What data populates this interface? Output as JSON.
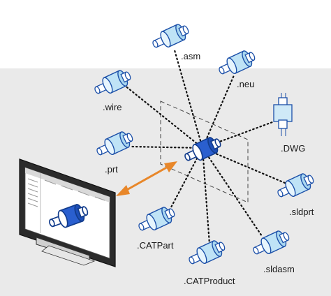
{
  "diagram": {
    "colors": {
      "panel": "#eaeaea",
      "accent_blue": "#1e5bc6",
      "light_blue": "#cfe9f7",
      "arrow_orange": "#e8872a",
      "dots": "#111111"
    },
    "hub": {
      "icon": "cad-part-icon"
    },
    "formats": [
      {
        "id": "asm",
        "label": ".asm",
        "icon": "cad-part-icon"
      },
      {
        "id": "neu",
        "label": ".neu",
        "icon": "cad-part-icon"
      },
      {
        "id": "wire",
        "label": ".wire",
        "icon": "cad-part-icon"
      },
      {
        "id": "dwg",
        "label": ".DWG",
        "icon": "drawing-section-icon"
      },
      {
        "id": "prt",
        "label": ".prt",
        "icon": "cad-part-icon"
      },
      {
        "id": "sldprt",
        "label": ".sldprt",
        "icon": "cad-part-icon"
      },
      {
        "id": "catpart",
        "label": ".CATPart",
        "icon": "cad-part-icon"
      },
      {
        "id": "catproduct",
        "label": ".CATProduct",
        "icon": "cad-part-icon"
      },
      {
        "id": "sldasm",
        "label": ".sldasm",
        "icon": "cad-part-icon"
      }
    ],
    "monitor": {
      "icon": "monitor-icon"
    },
    "exchange_arrow": {
      "icon": "double-arrow-icon"
    }
  }
}
